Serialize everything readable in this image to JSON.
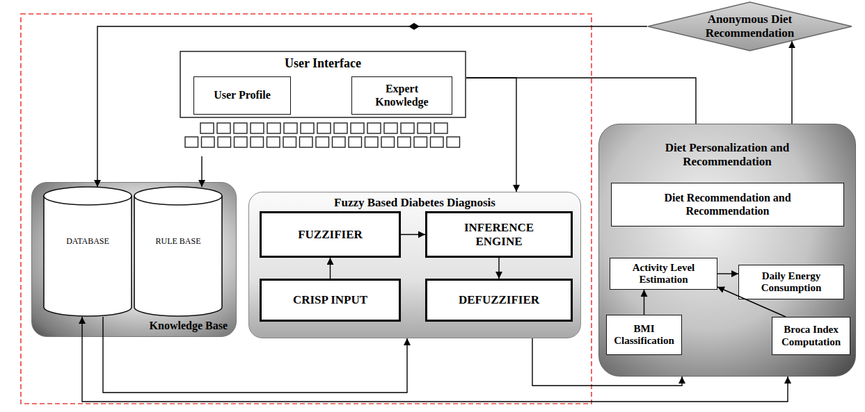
{
  "diagram": {
    "nodes": [
      {
        "text": [
          "User Interface"
        ]
      },
      {
        "text": [
          "User Profile"
        ],
        "in": 0
      },
      {
        "text": [
          "Expert Knowledge"
        ],
        "in": 0
      },
      {
        "text": [
          "Anonymous Diet Recommendation"
        ]
      },
      {
        "text": [
          "Knowledge Base"
        ]
      },
      {
        "text": [
          "DATABASE"
        ],
        "in": 4
      },
      {
        "text": [
          "RULE BASE"
        ],
        "in": 4
      },
      {
        "text": [
          "Fuzzy Based Diabetes Diagnosis"
        ]
      },
      {
        "text": [
          "FUZZIFIER"
        ],
        "in": 7
      },
      {
        "text": [
          "INFERENCE ENGINE"
        ],
        "in": 7
      },
      {
        "text": [
          "CRISP INPUT"
        ],
        "in": 7
      },
      {
        "text": [
          "DEFUZZIFIER"
        ],
        "in": 7
      },
      {
        "text": [
          "Diet Personalization and Recommendation"
        ]
      },
      {
        "text": [
          "Diet Recommendation and Recommendation"
        ],
        "in": 12
      },
      {
        "text": [
          "Activity Level Estimation"
        ],
        "in": 12
      },
      {
        "text": [
          "Daily Energy Consumption"
        ],
        "in": 12
      },
      {
        "text": [
          "BMI Classification"
        ],
        "in": 12
      },
      {
        "text": [
          "Broca Index Computation"
        ],
        "in": 12
      }
    ],
    "edges": [
      {
        "from": 3,
        "to": 5,
        "arrow": "to"
      },
      {
        "from": 0,
        "to": 6,
        "arrow": "to"
      },
      {
        "from": 0,
        "to": 7,
        "arrow": "to"
      },
      {
        "from": 0,
        "to": 12,
        "arrow": "none"
      },
      {
        "from": 10,
        "to": 8,
        "arrow": "to"
      },
      {
        "from": 8,
        "to": 9,
        "arrow": "to"
      },
      {
        "from": 9,
        "to": 11,
        "arrow": "to"
      },
      {
        "from": 5,
        "to": 7,
        "arrow": "to"
      },
      {
        "from": 7,
        "to": 12,
        "arrow": "to"
      },
      {
        "from": 5,
        "to": 12,
        "arrow": "both"
      },
      {
        "from": 12,
        "to": 3,
        "arrow": "to"
      },
      {
        "from": 16,
        "to": 14,
        "arrow": "to"
      },
      {
        "from": 17,
        "to": 14,
        "arrow": "to"
      },
      {
        "from": 14,
        "to": 15,
        "arrow": "to"
      }
    ]
  }
}
